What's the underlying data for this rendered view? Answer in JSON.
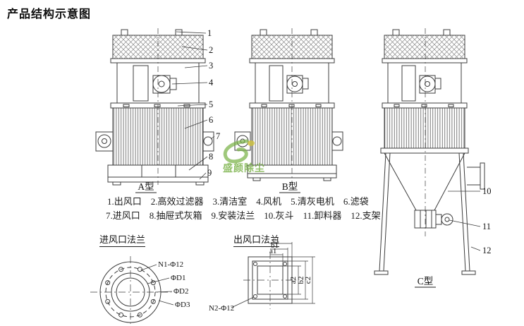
{
  "title": "产品结构示意图",
  "watermark": {
    "brand": "盛颜除尘"
  },
  "models": {
    "a": "A型",
    "b": "B型",
    "c": "C型"
  },
  "callouts": {
    "c1": "1",
    "c2": "2",
    "c3": "3",
    "c4": "4",
    "c5": "5",
    "c6": "6",
    "c7": "7",
    "c8": "8",
    "c9": "9",
    "c10": "10",
    "c11": "11",
    "c12": "12"
  },
  "legend": {
    "items": [
      "1.出风口",
      "2.高效过滤器",
      "3.清洁室",
      "4.风机",
      "5.清灰电机",
      "6.滤袋",
      "7.进风口",
      "8.抽屉式灰箱",
      "9.安装法兰",
      "10.灰斗",
      "11.卸料器",
      "12.支架"
    ]
  },
  "inlet_flange": {
    "title": "进风口法兰",
    "labels": {
      "bolts": "N1-Φ12",
      "d1": "ΦD1",
      "d2": "ΦD2",
      "d3": "ΦD3"
    }
  },
  "outlet_flange": {
    "title": "出风口法兰",
    "labels": {
      "bolts": "N2-Φ12",
      "a1": "a1",
      "b1": "b1",
      "c1": "c1",
      "a2": "a2",
      "b2": "b2",
      "c2": "c2"
    }
  },
  "colors": {
    "line": "#3c3c3c",
    "watermark_green": "#76b043",
    "watermark_yellow": "#cfc33c"
  }
}
